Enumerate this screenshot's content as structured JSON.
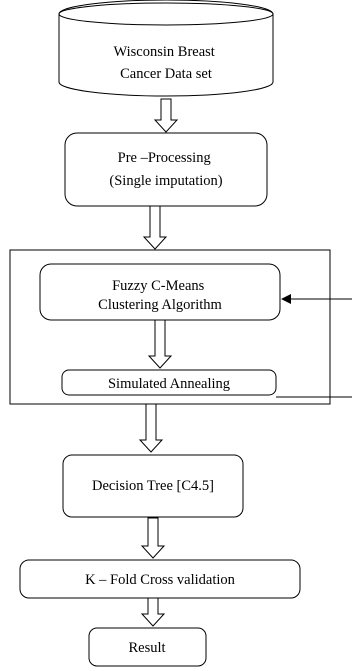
{
  "diagram": {
    "nodes": {
      "dataset": {
        "lines": [
          "Wisconsin Breast",
          "Cancer Data set"
        ],
        "shape": "cylinder"
      },
      "preprocessing": {
        "lines": [
          "Pre –Processing",
          "(Single imputation)"
        ],
        "shape": "rounded-rect"
      },
      "fcm": {
        "lines": [
          "Fuzzy C-Means",
          "Clustering Algorithm"
        ],
        "shape": "rounded-rect"
      },
      "annealing": {
        "lines": [
          "Simulated Annealing"
        ],
        "shape": "rounded-rect"
      },
      "decision_tree": {
        "lines": [
          "Decision Tree [C4.5]"
        ],
        "shape": "rounded-rect"
      },
      "kfold": {
        "lines": [
          "K – Fold Cross validation"
        ],
        "shape": "rounded-rect"
      },
      "result": {
        "lines": [
          "Result"
        ],
        "shape": "rounded-rect"
      }
    },
    "flow": [
      "dataset",
      "preprocessing",
      "fcm",
      "annealing",
      "decision_tree",
      "kfold",
      "result"
    ],
    "group": {
      "members": [
        "fcm",
        "annealing"
      ]
    },
    "feedback": {
      "from": "annealing",
      "to": "fcm"
    }
  }
}
